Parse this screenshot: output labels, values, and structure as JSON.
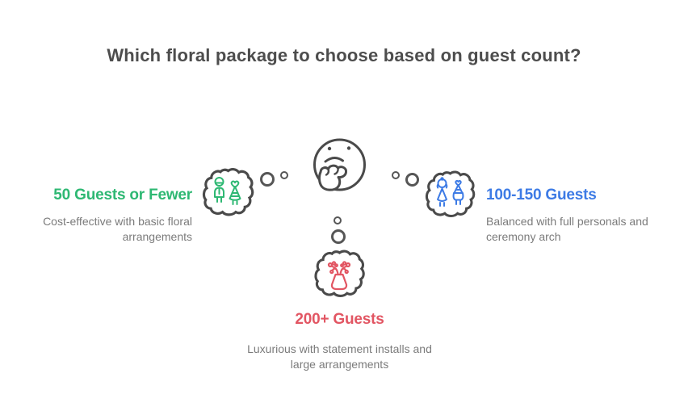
{
  "title": "Which floral package to choose based on guest count?",
  "center": {
    "icon": "thinking-face-icon"
  },
  "options": [
    {
      "position": "left",
      "label": "50 Guests or Fewer",
      "description": "Cost-effective with basic floral arrangements",
      "color": "#2EB873",
      "icon": "bride-and-groom-icon"
    },
    {
      "position": "right",
      "label": "100-150 Guests",
      "description": "Balanced with full personals and ceremony arch",
      "color": "#3D7BE5",
      "icon": "brides-couple-icon"
    },
    {
      "position": "bottom",
      "label": "200+ Guests",
      "description": "Luxurious with statement installs and large arrangements",
      "color": "#E25663",
      "icon": "floral-arrangement-icon"
    }
  ],
  "colors": {
    "title": "#4D4D4D",
    "outline": "#4A4A4A",
    "trail_dots": "#565656",
    "description_text": "#7B7B7B",
    "green": "#2EB873",
    "blue": "#3D7BE5",
    "red": "#E25663"
  }
}
